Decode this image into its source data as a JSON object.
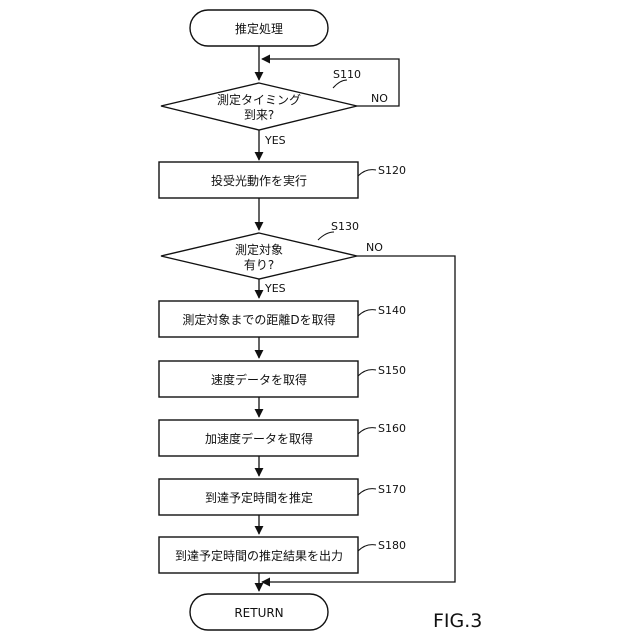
{
  "flowchart": {
    "start": "推定処理",
    "end": "RETURN",
    "decision_1": {
      "line1": "測定タイミング",
      "line2": "到来?",
      "step": "S110",
      "yes": "YES",
      "no": "NO"
    },
    "process_s120": {
      "label": "投受光動作を実行",
      "step": "S120"
    },
    "decision_2": {
      "line1": "測定対象",
      "line2": "有り?",
      "step": "S130",
      "yes": "YES",
      "no": "NO"
    },
    "process_s140": {
      "label": "測定対象までの距離Dを取得",
      "step": "S140"
    },
    "process_s150": {
      "label": "速度データを取得",
      "step": "S150"
    },
    "process_s160": {
      "label": "加速度データを取得",
      "step": "S160"
    },
    "process_s170": {
      "label": "到達予定時間を推定",
      "step": "S170"
    },
    "process_s180": {
      "label": "到達予定時間の推定結果を出力",
      "step": "S180"
    }
  },
  "figure_label": "FIG.3"
}
